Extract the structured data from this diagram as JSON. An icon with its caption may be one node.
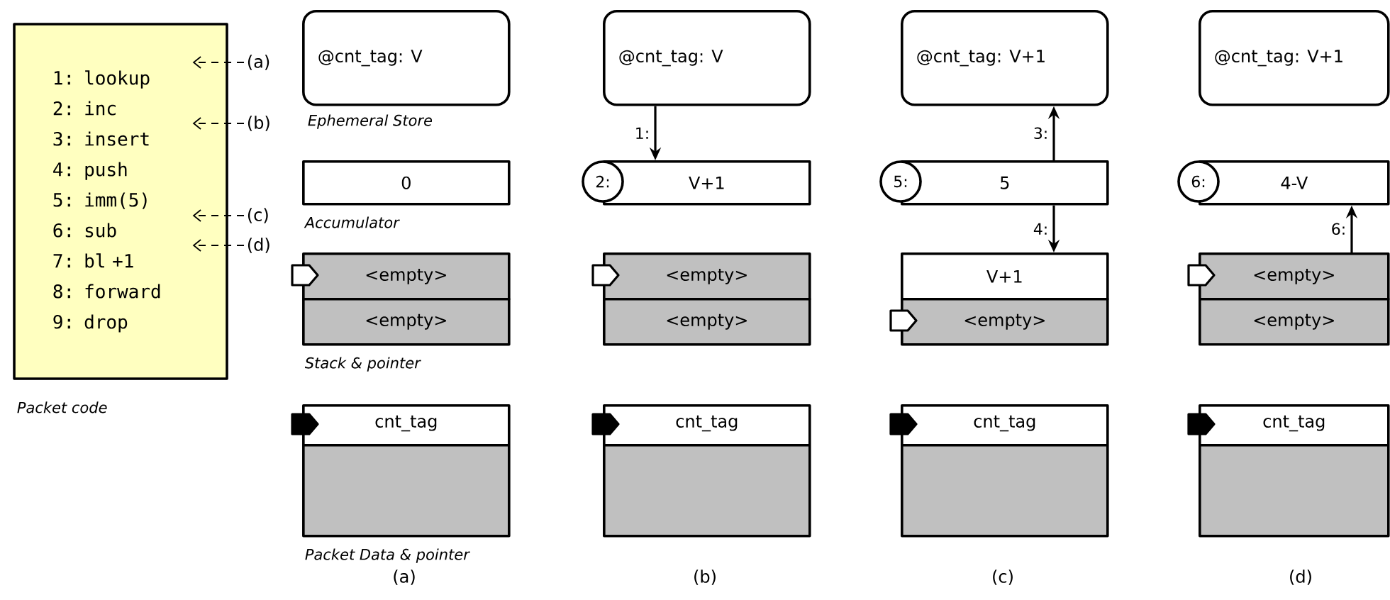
{
  "diagram": {
    "nodes": [
      {
        "text": [
          "1: lookup",
          "2: inc",
          "3: insert",
          "4: push",
          "5: imm(5)",
          "6: sub",
          "7: bl +1",
          "8: forward",
          "9: drop"
        ],
        "beside": [
          "Packet code"
        ]
      },
      {
        "text": [
          "(a)"
        ]
      },
      {
        "text": [
          "(b)"
        ]
      },
      {
        "text": [
          "(c)"
        ]
      },
      {
        "text": [
          "(d)"
        ]
      },
      {
        "text": [
          "@cnt_tag: V"
        ],
        "beside": [
          "Ephemeral Store"
        ]
      },
      {
        "text": [
          "0"
        ],
        "beside": [
          "Accumulator"
        ]
      },
      {
        "text": [
          "<empty>"
        ]
      },
      {
        "text": [
          "<empty>"
        ],
        "beside": [
          "Stack & pointer"
        ]
      },
      {
        "text": [
          "cnt_tag"
        ],
        "beside": [
          "Packet Data & pointer"
        ]
      },
      {
        "text": [
          "@cnt_tag: V"
        ]
      },
      {
        "text": [
          "2:"
        ]
      },
      {
        "text": [
          "V+1"
        ]
      },
      {
        "text": [
          "<empty>"
        ]
      },
      {
        "text": [
          "<empty>"
        ]
      },
      {
        "text": [
          "cnt_tag"
        ]
      },
      {
        "text": [
          "@cnt_tag: V+1"
        ]
      },
      {
        "text": [
          "5:"
        ]
      },
      {
        "text": [
          "5"
        ]
      },
      {
        "text": [
          "V+1"
        ]
      },
      {
        "text": [
          "<empty>"
        ]
      },
      {
        "text": [
          "cnt_tag"
        ]
      },
      {
        "text": [
          "@cnt_tag: V+1"
        ]
      },
      {
        "text": [
          "6:"
        ]
      },
      {
        "text": [
          "4-V"
        ]
      },
      {
        "text": [
          "<empty>"
        ]
      },
      {
        "text": [
          "<empty>"
        ]
      },
      {
        "text": [
          "cnt_tag"
        ]
      }
    ],
    "edges": [
      {
        "from": 1,
        "to": 0,
        "arrow": "to",
        "style": "dashed"
      },
      {
        "from": 2,
        "to": 0,
        "arrow": "to",
        "style": "dashed"
      },
      {
        "from": 3,
        "to": 0,
        "arrow": "to",
        "style": "dashed"
      },
      {
        "from": 4,
        "to": 0,
        "arrow": "to",
        "style": "dashed"
      },
      {
        "from": 10,
        "to": 12,
        "arrow": "to",
        "label": "1:"
      },
      {
        "from": 18,
        "to": 16,
        "arrow": "to",
        "label": "3:"
      },
      {
        "from": 18,
        "to": 19,
        "arrow": "to",
        "label": "4:"
      },
      {
        "from": 25,
        "to": 24,
        "arrow": "to",
        "label": "6:"
      }
    ],
    "labels": [
      "(a)",
      "(b)",
      "(c)",
      "(d)"
    ]
  }
}
